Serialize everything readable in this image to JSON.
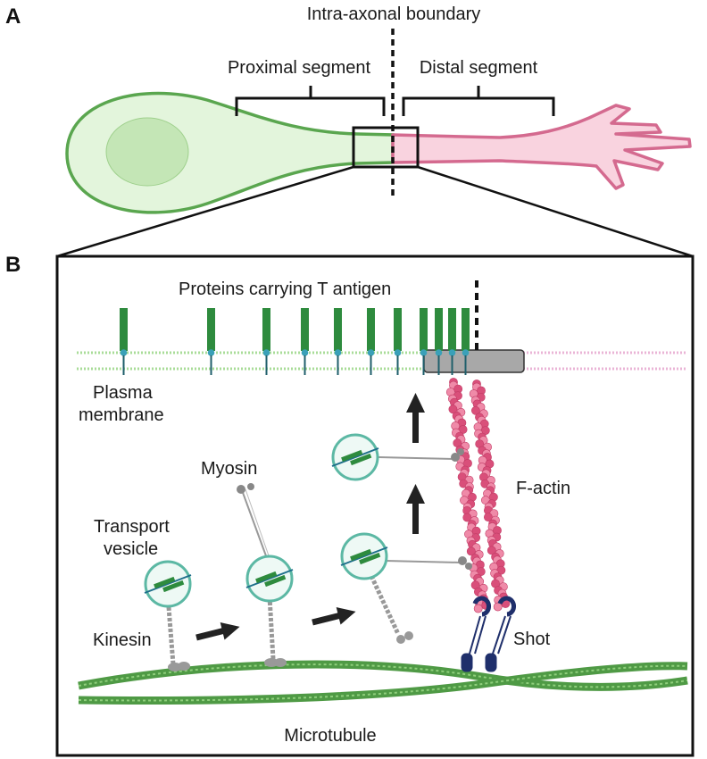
{
  "panel_a": {
    "letter": "A",
    "boundary_label": "Intra-axonal boundary",
    "proximal_label": "Proximal segment",
    "distal_label": "Distal segment"
  },
  "panel_b": {
    "letter": "B",
    "t_antigen_label": "Proteins carrying T antigen",
    "membrane_label_1": "Plasma",
    "membrane_label_2": "membrane",
    "myosin_label": "Myosin",
    "vesicle_label_1": "Transport",
    "vesicle_label_2": "vesicle",
    "kinesin_label": "Kinesin",
    "factin_label": "F-actin",
    "shot_label": "Shot",
    "microtubule_label": "Microtubule"
  },
  "colors": {
    "proximal_green": "#5aa64f",
    "proximal_fill": "#e3f5dc",
    "distal_pink": "#d46a8f",
    "distal_fill": "#f9d3df",
    "protein_green": "#2e8b3e",
    "actin_pink": "#d94f7a",
    "shot_navy": "#1f2f6b",
    "vesicle_teal": "#5cb8a4"
  }
}
